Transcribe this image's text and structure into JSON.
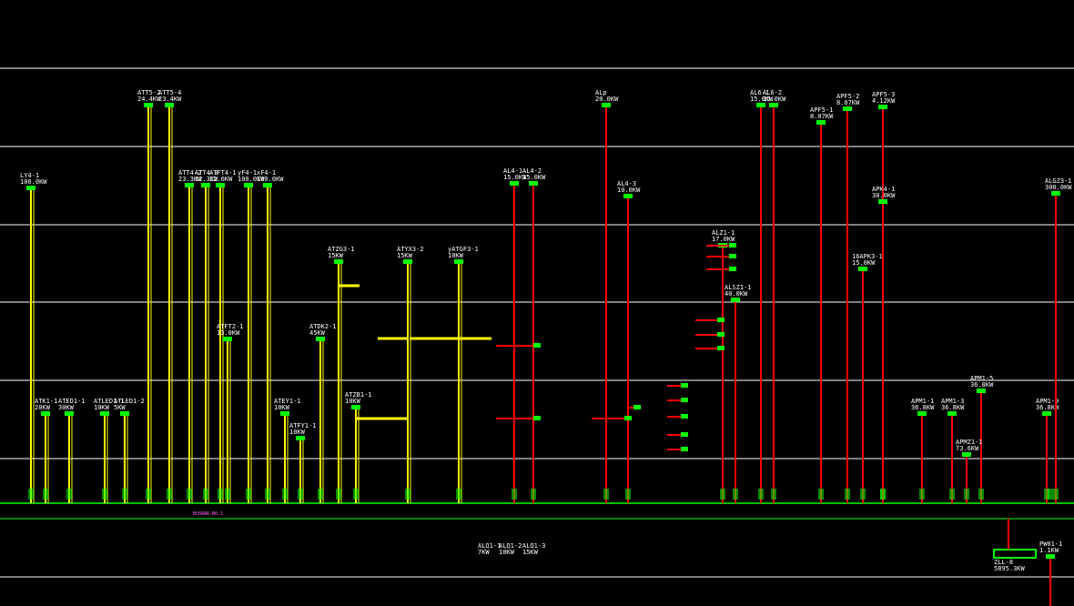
{
  "colors": {
    "background": "#000000",
    "floor_line": "#ffffff",
    "bus": "#00ff00",
    "feeder_yellow": "#ffff00",
    "feeder_red": "#ff0000",
    "node": "#00ff00",
    "label": "#ffffff",
    "bus_tag": "#ff66ff"
  },
  "bus_tag": "BUSBAR-NO.1",
  "feeders": [
    {
      "id": "LY4-1",
      "label1": "LY4-1",
      "label2": "100.0KW",
      "color": "yellow"
    },
    {
      "id": "ATK1",
      "label1": "ATK1-1",
      "label2": "20KW",
      "color": "yellow"
    },
    {
      "id": "ATED1",
      "label1": "ATED1-1",
      "label2": "30KW",
      "color": "yellow"
    },
    {
      "id": "ATLED1",
      "label1": "ATLED1-1",
      "label2": "10KW",
      "color": "yellow"
    },
    {
      "id": "ATLED2",
      "label1": "ATLED1-2",
      "label2": "5KW",
      "color": "yellow"
    },
    {
      "id": "ATT5-2",
      "label1": "ATT5-2",
      "label2": "24.4KW",
      "color": "yellow"
    },
    {
      "id": "ATT5-4",
      "label1": "ATT5-4",
      "label2": "23.4KW",
      "color": "yellow"
    },
    {
      "id": "ATT4-2",
      "label1": "ATT4-2",
      "label2": "23.3KW",
      "color": "yellow"
    },
    {
      "id": "ATT4-3",
      "label1": "ATT4-3",
      "label2": "12.3KW",
      "color": "yellow"
    },
    {
      "id": "ATFT4-1",
      "label1": "ATFT4-1",
      "label2": "22.0KW",
      "color": "yellow"
    },
    {
      "id": "ATFT2-1",
      "label1": "ATFT2-1",
      "label2": "13.0KW",
      "color": "yellow"
    },
    {
      "id": "yF4-1",
      "label1": "yF4-1",
      "label2": "100.0KW",
      "color": "yellow"
    },
    {
      "id": "xF4-1",
      "label1": "xF4-1",
      "label2": "100.0KW",
      "color": "yellow"
    },
    {
      "id": "ATEY1-1",
      "label1": "ATEY1-1",
      "label2": "10KW",
      "color": "yellow"
    },
    {
      "id": "ATFY1-1",
      "label1": "ATFY1-1",
      "label2": "10KW",
      "color": "yellow"
    },
    {
      "id": "ATDK2-1",
      "label1": "ATDK2-1",
      "label2": "45KW",
      "color": "yellow"
    },
    {
      "id": "ATZG3-1",
      "label1": "ATZG3-1",
      "label2": "15KW",
      "color": "yellow"
    },
    {
      "id": "ATZB1-1",
      "label1": "ATZB1-1",
      "label2": "10KW",
      "color": "yellow"
    },
    {
      "id": "ATYX3-2",
      "label1": "ATYX3-2",
      "label2": "15KW",
      "color": "yellow"
    },
    {
      "id": "yATGF3-1",
      "label1": "yATGF3-1",
      "label2": "10KW",
      "color": "yellow"
    },
    {
      "id": "AL4-1",
      "label1": "AL4-1",
      "label2": "15.0KW",
      "color": "red"
    },
    {
      "id": "AL4-2",
      "label1": "AL4-2",
      "label2": "15.0KW",
      "color": "red"
    },
    {
      "id": "ALp",
      "label1": "ALp",
      "label2": "20.0KW",
      "color": "red"
    },
    {
      "id": "AL4-3",
      "label1": "AL4-3",
      "label2": "10.0KW",
      "color": "red"
    },
    {
      "id": "ALZ1-1",
      "label1": "ALZ1-1",
      "label2": "17.0KW",
      "color": "red"
    },
    {
      "id": "ALSZ1-1",
      "label1": "ALSZ1-1",
      "label2": "40.0KW",
      "color": "red"
    },
    {
      "id": "AL6-1",
      "label1": "AL6-1",
      "label2": "15.0KW",
      "color": "red"
    },
    {
      "id": "AL6-2",
      "label1": "AL6-2",
      "label2": "15.0KW",
      "color": "red"
    },
    {
      "id": "APF5-1",
      "label1": "APF5-1",
      "label2": "8.07KW",
      "color": "red"
    },
    {
      "id": "APF5-2",
      "label1": "APF5-2",
      "label2": "8.07KW",
      "color": "red"
    },
    {
      "id": "APF5-3",
      "label1": "APF5-3",
      "label2": "4.12KW",
      "color": "red"
    },
    {
      "id": "16APK3-1",
      "label1": "16APK3-1",
      "label2": "15.0KW",
      "color": "red"
    },
    {
      "id": "APK4-1",
      "label1": "APK4-1",
      "label2": "30.0KW",
      "color": "red"
    },
    {
      "id": "APM1-1",
      "label1": "APM1-1",
      "label2": "36.8KW",
      "color": "red"
    },
    {
      "id": "APM1-3",
      "label1": "APM1-3",
      "label2": "36.8KW",
      "color": "red"
    },
    {
      "id": "APM1-5",
      "label1": "APM1-5",
      "label2": "36.8KW",
      "color": "red"
    },
    {
      "id": "APMZ1-1",
      "label1": "APMZ1-1",
      "label2": "73.6KW",
      "color": "red"
    },
    {
      "id": "APM1-9",
      "label1": "APM1-9",
      "label2": "36.8KW",
      "color": "red"
    },
    {
      "id": "ALGZ3",
      "label1": "ALGZ3-1",
      "label2": "300.0KW",
      "color": "red"
    },
    {
      "id": "PW01",
      "label1": "PW01-1",
      "label2": "1.1KW",
      "color": "red"
    }
  ],
  "lower_labels": [
    {
      "id": "ALQ1-1",
      "label1": "ALQ1-1",
      "label2": "7KW"
    },
    {
      "id": "ALQ1-2",
      "label1": "ALQ1-2",
      "label2": "10KW"
    },
    {
      "id": "ALQ1-3",
      "label1": "ALQ1-3",
      "label2": "15KW"
    },
    {
      "id": "ZLL-8",
      "label1": "ZLL-8",
      "label2": "5895.3KW"
    }
  ]
}
